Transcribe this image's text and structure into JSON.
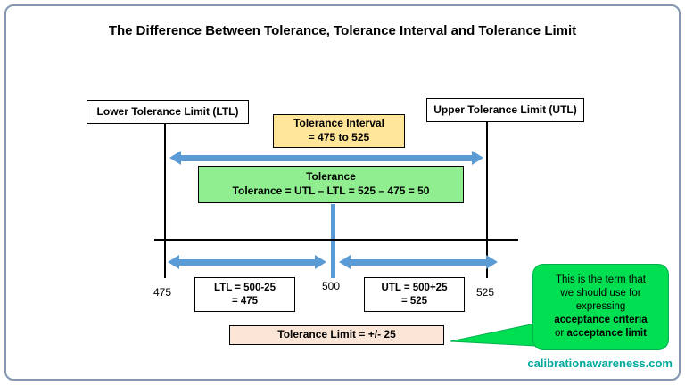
{
  "title": "The Difference Between Tolerance, Tolerance Interval and Tolerance Limit",
  "labels": {
    "ltl": "Lower Tolerance Limit (LTL)",
    "utl": "Upper Tolerance Limit (UTL)"
  },
  "tolerance_interval": {
    "line1": "Tolerance Interval",
    "line2": "= 475 to 525"
  },
  "tolerance": {
    "line1": "Tolerance",
    "line2": "Tolerance =  UTL – LTL  = 525 – 475 = 50"
  },
  "scale": {
    "left": "475",
    "center": "500",
    "right": "525"
  },
  "ltl_calc": {
    "line1": "LTL = 500-25",
    "line2": "= 475"
  },
  "utl_calc": {
    "line1": "UTL = 500+25",
    "line2": "= 525"
  },
  "tolerance_limit": "Tolerance Limit = +/- 25",
  "callout": {
    "line1": "This is the term  that",
    "line2": "we should use for",
    "line3": "expressing",
    "bold1": "acceptance criteria",
    "sep": "or",
    "bold2": "acceptance limit"
  },
  "footer": "calibrationawareness.com",
  "colors": {
    "frame_border": "#8496B0",
    "interval_fill": "#FFE699",
    "tolerance_fill": "#90EE90",
    "arrow_blue": "#5B9BD5",
    "limit_fill": "#FBE5D6",
    "callout_fill": "#00DF52",
    "footer_text": "#00A99D"
  }
}
